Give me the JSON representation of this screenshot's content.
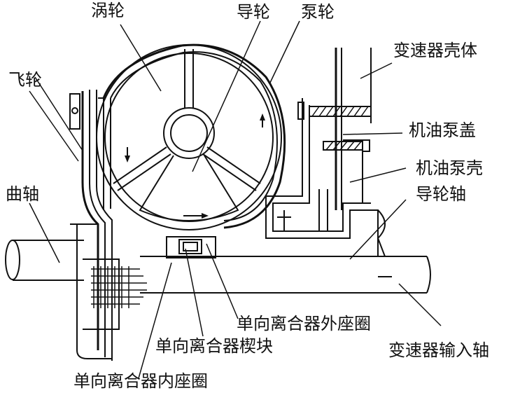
{
  "labels": {
    "turbine": "涡轮",
    "stator": "导轮",
    "pump": "泵轮",
    "flywheel": "飞轮",
    "crankshaft": "曲轴",
    "transmission_housing": "变速器壳体",
    "oil_pump_cover": "机油泵盖",
    "oil_pump_housing": "机油泵壳",
    "stator_shaft": "导轮轴",
    "clutch_outer_race": "单向离合器外座圈",
    "clutch_wedge": "单向离合器楔块",
    "clutch_inner_race": "单向离合器内座圈",
    "input_shaft": "变速器输入轴"
  }
}
